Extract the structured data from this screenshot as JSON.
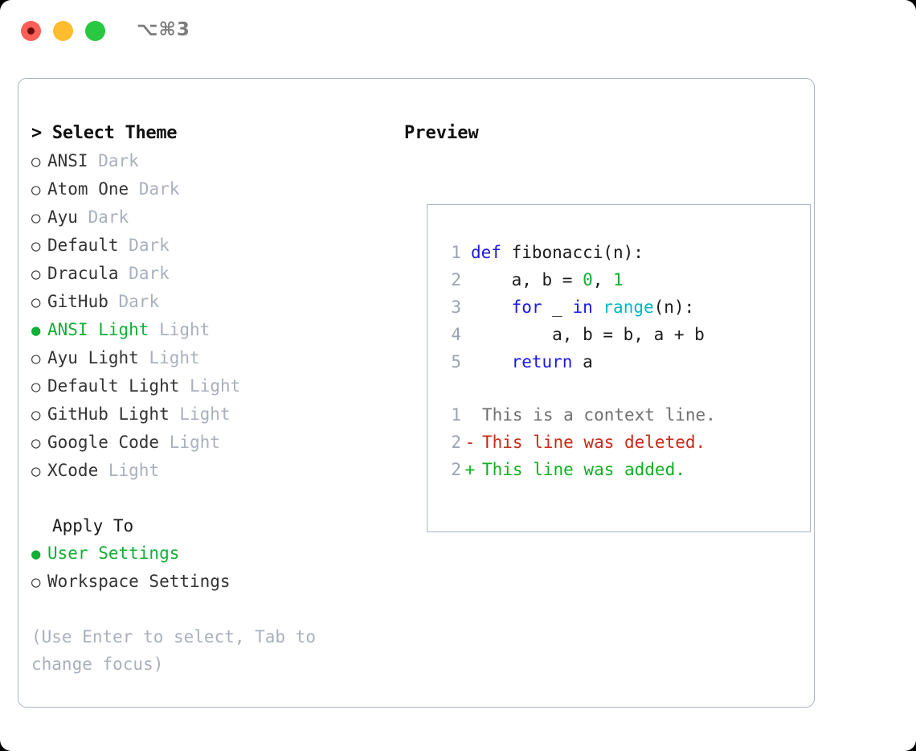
{
  "window": {
    "title": "⌥⌘3",
    "traffic_lights": [
      {
        "name": "close-button",
        "color": "#ff5f57"
      },
      {
        "name": "minimize-button",
        "color": "#febc2e"
      },
      {
        "name": "maximize-button",
        "color": "#28c840"
      }
    ]
  },
  "theme_panel": {
    "header": "> Select Theme",
    "themes": [
      {
        "name": "ANSI",
        "kind": "Dark",
        "selected": false,
        "bullet": "○"
      },
      {
        "name": "Atom One",
        "kind": "Dark",
        "selected": false,
        "bullet": "○"
      },
      {
        "name": "Ayu",
        "kind": "Dark",
        "selected": false,
        "bullet": "○"
      },
      {
        "name": "Default",
        "kind": "Dark",
        "selected": false,
        "bullet": "○"
      },
      {
        "name": "Dracula",
        "kind": "Dark",
        "selected": false,
        "bullet": "○"
      },
      {
        "name": "GitHub",
        "kind": "Dark",
        "selected": false,
        "bullet": "○"
      },
      {
        "name": "ANSI Light",
        "kind": "Light",
        "selected": true,
        "bullet": "●"
      },
      {
        "name": "Ayu Light",
        "kind": "Light",
        "selected": false,
        "bullet": "○"
      },
      {
        "name": "Default Light",
        "kind": "Light",
        "selected": false,
        "bullet": "○"
      },
      {
        "name": "GitHub Light",
        "kind": "Light",
        "selected": false,
        "bullet": "○"
      },
      {
        "name": "Google Code",
        "kind": "Light",
        "selected": false,
        "bullet": "○"
      },
      {
        "name": "XCode",
        "kind": "Light",
        "selected": false,
        "bullet": "○"
      }
    ]
  },
  "apply_to": {
    "label": "Apply To",
    "options": [
      {
        "name": "User Settings",
        "selected": true,
        "bullet": "●"
      },
      {
        "name": "Workspace Settings",
        "selected": false,
        "bullet": "○"
      }
    ]
  },
  "hint": "(Use Enter to select, Tab to change focus)",
  "preview": {
    "header": "Preview",
    "code_lines": [
      {
        "num": "1",
        "tokens": [
          {
            "t": "def",
            "c": "kw"
          },
          {
            "t": " fibonacci(n):",
            "c": "plain"
          }
        ]
      },
      {
        "num": "2",
        "tokens": [
          {
            "t": "    a, b = ",
            "c": "plain"
          },
          {
            "t": "0",
            "c": "num"
          },
          {
            "t": ", ",
            "c": "plain"
          },
          {
            "t": "1",
            "c": "num"
          }
        ]
      },
      {
        "num": "3",
        "tokens": [
          {
            "t": "    ",
            "c": "plain"
          },
          {
            "t": "for",
            "c": "kw"
          },
          {
            "t": " _ ",
            "c": "plain"
          },
          {
            "t": "in",
            "c": "kw"
          },
          {
            "t": " ",
            "c": "plain"
          },
          {
            "t": "range",
            "c": "fn"
          },
          {
            "t": "(n):",
            "c": "plain"
          }
        ]
      },
      {
        "num": "4",
        "tokens": [
          {
            "t": "        a, b = b, a + b",
            "c": "plain"
          }
        ]
      },
      {
        "num": "5",
        "tokens": [
          {
            "t": "    ",
            "c": "plain"
          },
          {
            "t": "return",
            "c": "kw"
          },
          {
            "t": " a",
            "c": "plain"
          }
        ]
      }
    ],
    "diff_lines": [
      {
        "num": "1",
        "mark": " ",
        "text": "This is a context line.",
        "kind": "ctx"
      },
      {
        "num": "2",
        "mark": "-",
        "text": "This line was deleted.",
        "kind": "del"
      },
      {
        "num": "2",
        "mark": "+",
        "text": "This line was added.",
        "kind": "add"
      }
    ]
  },
  "colors": {
    "accent_green": "#11b034",
    "muted": "#a9b0bd",
    "border": "#aab4c4",
    "keyword": "#1a18e8",
    "function": "#00b7c3",
    "number": "#11b034",
    "diff_delete": "#c92a16",
    "diff_add": "#10b020"
  }
}
